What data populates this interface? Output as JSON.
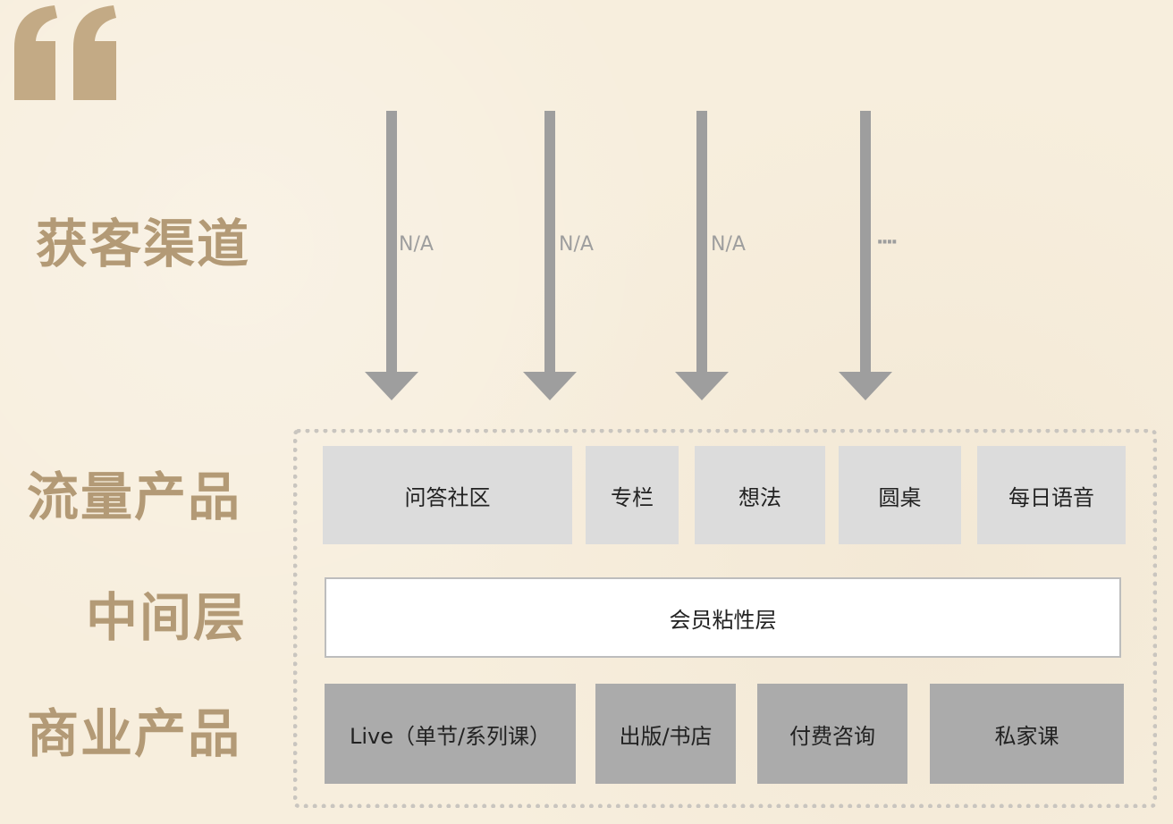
{
  "diagram": {
    "layers": {
      "acquisition": "获客渠道",
      "traffic_products": "流量产品",
      "middle_layer": "中间层",
      "commercial_products": "商业产品"
    },
    "channels": [
      "N/A",
      "N/A",
      "N/A",
      "····"
    ],
    "traffic_items": [
      "问答社区",
      "专栏",
      "想法",
      "圆桌",
      "每日语音"
    ],
    "middle_item": "会员粘性层",
    "commercial_items": [
      "Live（单节/系列课）",
      "出版/书店",
      "付费咨询",
      "私家课"
    ],
    "colors": {
      "background": "#f7eedd",
      "label": "#b39a76",
      "arrow": "#9e9e9e",
      "traffic_box": "#dcdcdc",
      "commercial_box": "#ababab",
      "frame_dotted": "#c9c5bf"
    },
    "icons": [
      "quote-icon",
      "arrow-down-icon"
    ]
  }
}
